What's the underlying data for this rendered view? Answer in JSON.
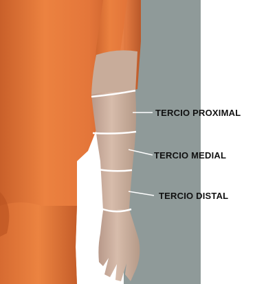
{
  "labels": {
    "proximal": "TERCIO PROXIMAL",
    "medial": "TERCIO MEDIAL",
    "distal": "TERCIO DISTAL"
  },
  "colors": {
    "background": "#ffffff",
    "panel": "#8f9a99",
    "torso": "#e87a3c",
    "torso_shadow": "#c9602a",
    "arm": "#cdb2a0",
    "arm_shadow": "#b59a88",
    "band_line": "#ffffff",
    "pointer_line": "#ffffff"
  }
}
